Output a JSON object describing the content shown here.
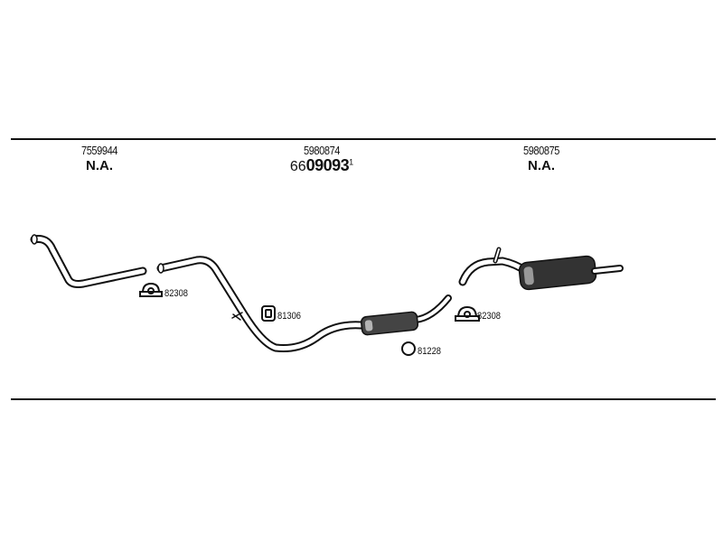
{
  "parts": [
    {
      "number": "7559944",
      "status": "N.A."
    },
    {
      "number": "5980874",
      "code_prefix": "66",
      "code_main": "09093",
      "code_sup": "1"
    },
    {
      "number": "5980875",
      "status": "N.A."
    }
  ],
  "components": [
    {
      "id": "clamp-left",
      "label": "82308",
      "icon": "u-clamp-icon"
    },
    {
      "id": "hanger",
      "label": "81306",
      "icon": "rubber-hanger-icon"
    },
    {
      "id": "ring",
      "label": "81228",
      "icon": "sealing-ring-icon"
    },
    {
      "id": "clamp-right",
      "label": "82308",
      "icon": "u-clamp-icon"
    }
  ]
}
